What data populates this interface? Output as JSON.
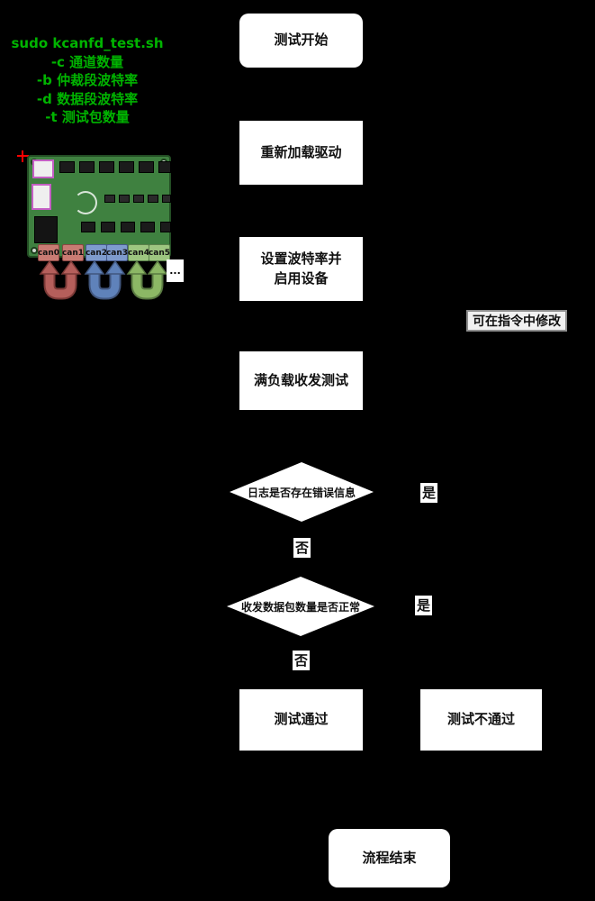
{
  "command_block": {
    "title": "sudo kcanfd_test.sh",
    "options": [
      "-c 通道数量",
      "-b 仲裁段波特率",
      "-d 数据段波特率",
      "-t 测试包数量"
    ],
    "text_color": "#00b400"
  },
  "board_figure": {
    "ports": [
      {
        "label": "can0",
        "color": "#c97b73"
      },
      {
        "label": "can1",
        "color": "#c97b73"
      },
      {
        "label": "can2",
        "color": "#7e9bcd"
      },
      {
        "label": "can3",
        "color": "#7e9bcd"
      },
      {
        "label": "can4",
        "color": "#9dc680"
      },
      {
        "label": "can5",
        "color": "#9dc680"
      }
    ],
    "pair_arrow_colors": {
      "red": "#b55f5b",
      "blue": "#5f82ba",
      "green": "#8cb765"
    },
    "ellipsis": "..."
  },
  "flowchart": {
    "start": {
      "label": "测试开始"
    },
    "reload_driver": {
      "label": "重新加载驱动"
    },
    "set_baudrate": {
      "lines": [
        "设置波特率并",
        "启用设备"
      ]
    },
    "note": {
      "label": "可在指令中修改"
    },
    "full_load_test": {
      "label": "满负载收发测试"
    },
    "decision_log_errors": {
      "label": "日志是否存在错误信息",
      "yes": "是",
      "no": "否"
    },
    "decision_packet_count": {
      "label": "收发数据包数量是否正常",
      "yes": "是",
      "no": "否"
    },
    "test_pass": {
      "label": "测试通过"
    },
    "test_fail": {
      "label": "测试不通过"
    },
    "end": {
      "label": "流程结束"
    }
  }
}
